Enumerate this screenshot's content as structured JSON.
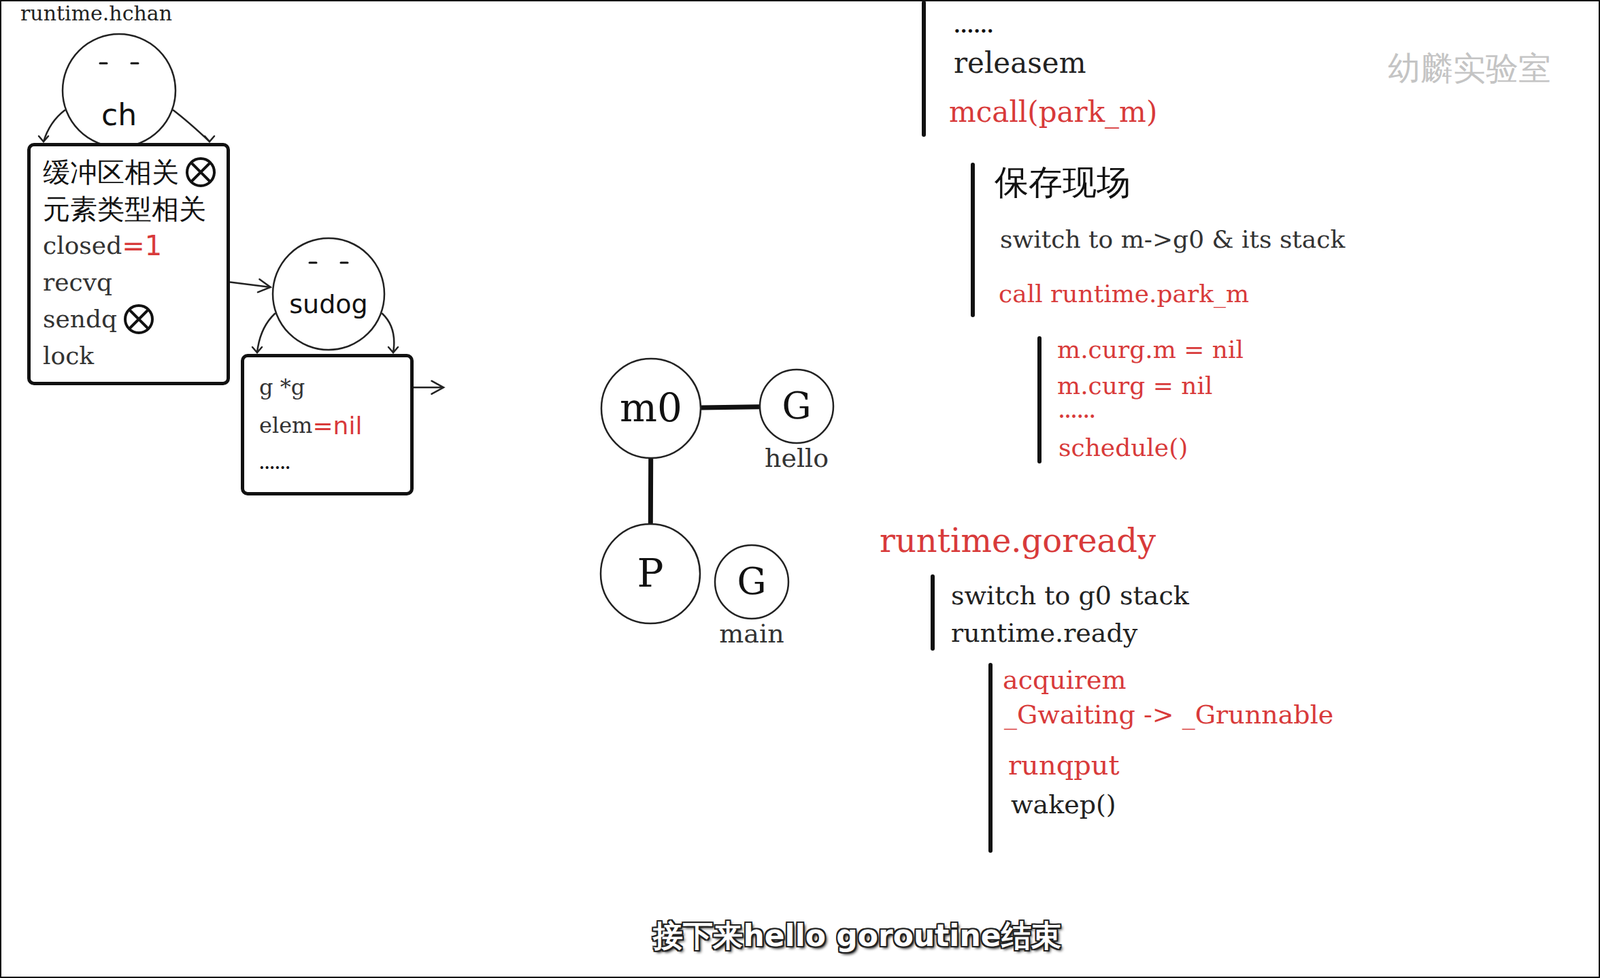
{
  "diagram": {
    "title": "runtime.hchan",
    "caption": "接下来hello goroutine结束",
    "nodes": [
      {
        "text": [
          "ch"
        ]
      },
      {
        "text": [
          "缓冲区相关",
          "元素类型相关",
          "closed",
          "=1",
          "recvq",
          "sendq",
          "lock"
        ]
      },
      {
        "text": [
          "sudog"
        ]
      },
      {
        "text": [
          "g *g",
          "elem",
          "=nil",
          "......"
        ]
      },
      {
        "text": [
          "m0"
        ]
      },
      {
        "text": [
          "G",
          "hello"
        ]
      },
      {
        "text": [
          "P"
        ]
      },
      {
        "text": [
          "G",
          "main"
        ]
      }
    ],
    "edges": [
      {
        "from": 0,
        "to": 1,
        "arrow": "none"
      },
      {
        "from": 2,
        "to": 3,
        "arrow": "none"
      },
      {
        "from": 1,
        "to": 2,
        "arrow": "to"
      },
      {
        "from": 4,
        "to": 5,
        "arrow": "none"
      },
      {
        "from": 4,
        "to": 6,
        "arrow": "none"
      }
    ],
    "labels": [
      "......",
      "releasem",
      "mcall(park_m)",
      "保存现场",
      "switch to m->g0 & its stack",
      "call runtime.park_m",
      "m.curg.m = nil",
      "m.curg = nil",
      "......",
      "schedule()",
      "runtime.goready",
      "switch to g0 stack",
      "runtime.ready",
      "acquirem",
      "_Gwaiting -> _Grunnable",
      "runqput",
      "wakep()",
      "幼麟实验室"
    ]
  }
}
